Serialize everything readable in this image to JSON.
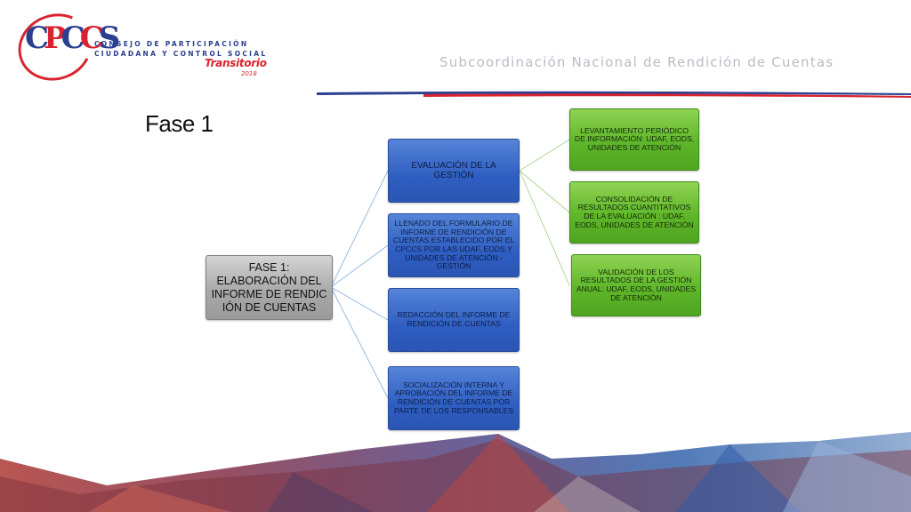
{
  "logo": {
    "mark": "CPCCS",
    "line1": "CONSEJO DE PARTICIPACIÓN",
    "line2": "CIUDADANA Y CONTROL SOCIAL",
    "badge": "Transitorio",
    "year": "2018"
  },
  "header": {
    "subtitle": "Subcoordinación Nacional de Rendición de Cuentas"
  },
  "title": "Fase 1",
  "diagram": {
    "root": "FASE 1: ELABORACIÓN DEL INFORME DE RENDIC IÓN DE CUENTAS",
    "level1": [
      "EVALUACIÓN DE LA GESTIÓN",
      "LLENADO DEL FORMULARIO DE INFORME DE RENDICIÓN DE CUENTAS ESTABLECIDO POR EL CPCCS POR LAS UDAF, EODS Y UNIDADES DE ATENCIÓN - GESTIÓN",
      "REDACCIÓN DEL INFORME DE RENDICIÓN DE CUENTAS",
      "SOCIALIZACIÓN INTERNA  Y APROBACIÓN DEL INFORME DE RENDICIÓN DE CUENTAS POR PARTE DE LOS RESPONSABLES"
    ],
    "level2": [
      "LEVANTAMIENTO PERIÓDICO DE INFORMACIÓN: UDAF, EODS, UNIDADES DE ATENCIÓN",
      "CONSOLIDACIÓN DE RESULTADOS CUANTITATIVOS DE LA EVALUACIÓN : UDAF, EODS, UNIDADES DE ATENCIÓN",
      "VALIDACIÓN DE LOS RESULTADOS DE LA GESTIÓN ANUAL: UDAF, EODS, UNIDADES DE ATENCIÓN"
    ]
  },
  "colors": {
    "blue": "#2f5ec2",
    "green": "#5fb62a",
    "grey": "#a9a9a9",
    "connector": "#8fb4dc",
    "brand_red": "#d9242f",
    "brand_blue": "#2a3f8f"
  }
}
